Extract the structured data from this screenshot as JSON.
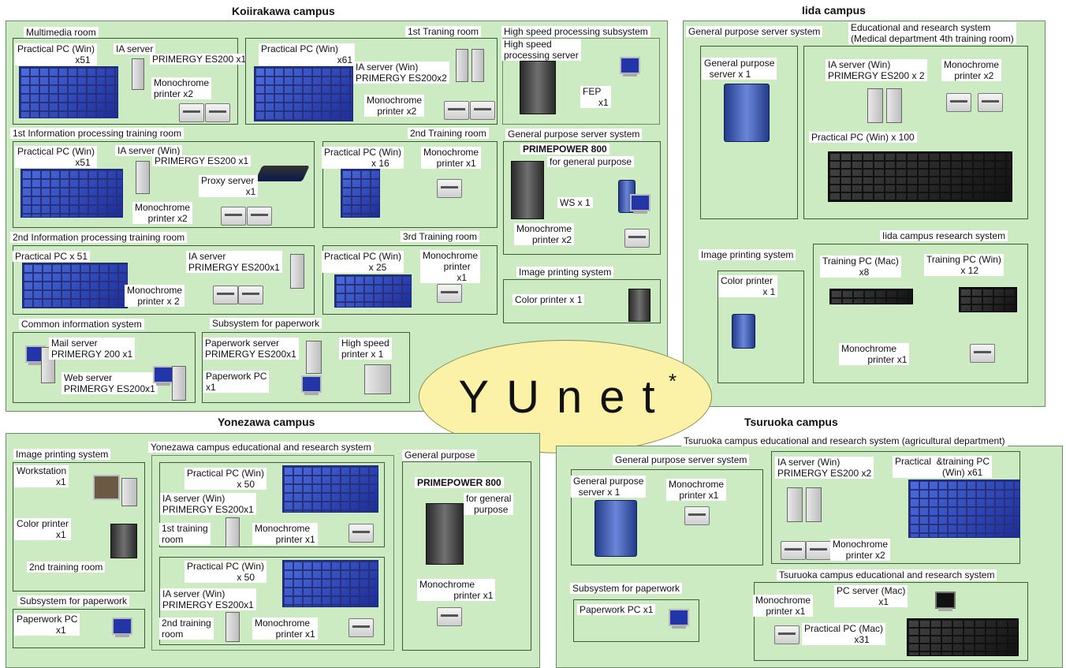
{
  "yunet": {
    "name": "YUnet",
    "mark": "*"
  },
  "koiirakawa": {
    "title": "Koiirakawa campus",
    "multimedia": {
      "title": "Multimedia room",
      "pc": "Practical PC (Win)\n                      x51",
      "ia": "IA server",
      "ia_model": "PRIMERGY ES200 x1",
      "printer": "Monochrome\nprinter x2"
    },
    "training1": {
      "title": "1st Traning room",
      "pc": "Practical PC (Win)\n                             x61",
      "ia": "IA server (Win)\nPRIMERGY ES200x2",
      "printer": "Monochrome\n    printer x2"
    },
    "hsp": {
      "title": "High speed processing subsystem",
      "server": "High speed\nprocessing server",
      "fep": "FEP\n      x1"
    },
    "info1": {
      "title": "1st Information processing training room",
      "pc": "Practical PC (Win)\n                      x51",
      "ia": "IA server (Win)",
      "ia_model": "PRIMERGY ES200 x1",
      "proxy": "Proxy server\n                 x1",
      "printer": "Monochrome\n     printer x2"
    },
    "training2": {
      "title": "2nd Training room",
      "pc": "Practical PC (Win)\n                  x 16",
      "printer": "Monochrome\n     printer x1"
    },
    "gps": {
      "title": "General purpose server system",
      "pp": "PRIMEPOWER 800",
      "pp_sub": "for general purpose",
      "ws": "WS x 1",
      "printer": "Monochrome\n      printer x2"
    },
    "info2": {
      "title": "2nd Information processing training room",
      "pc": "Practical PC x 51",
      "ia": "IA server\nPRIMERGY ES200x1",
      "printer": "Monochrome\n    printer x 2"
    },
    "training3": {
      "title": "3rd Training room",
      "pc": "Practical PC (Win)\n                 x 25",
      "printer": "Monochrome\n        printer\n             x1"
    },
    "imgprint": {
      "title": "Image printing system",
      "color": "Color printer x 1"
    },
    "common": {
      "title": "Common information system",
      "mail": "Mail server\nPRIMERGY 200 x1",
      "web": "Web server\nPRIMERGY ES200x1"
    },
    "paperwork": {
      "title": "Subsystem for paperwork",
      "server": "Paperwork server\nPRIMERGY ES200x1",
      "hsprinter": "High speed\nprinter x 1",
      "pc": "Paperwork PC\nx1"
    }
  },
  "iida": {
    "title": "Iida campus",
    "gps": {
      "title": "General purpose server system",
      "server": "General purpose\n  server x 1"
    },
    "edu": {
      "title": "Educational and research system\n(Medical department 4th training room)",
      "ia": "IA server (Win)\nPRIMERGY ES200 x 2",
      "printer": "Monochrome\n    printer x2",
      "pc": "Practical PC (Win) x 100"
    },
    "imgprint": {
      "title": "Image printing system",
      "color": "Color printer\n                x 1"
    },
    "research": {
      "title": "Iida campus research system",
      "mac": "Training PC (Mac)\n              x8",
      "win": "Training PC (Win)\n             x 12",
      "printer": "Monochrome\n          printer x1"
    }
  },
  "yonezawa": {
    "title": "Yonezawa campus",
    "imgprint": {
      "title": "Image printing system",
      "ws": "Workstation\n               x1",
      "color": "Color printer\n               x1",
      "room2": "2nd training room"
    },
    "paperwork": {
      "title": "Subsystem for paperwork",
      "pc": "Paperwork PC\n               x1"
    },
    "edu": {
      "title": "Yonezawa campus educational and research system",
      "r1": {
        "pc": "Practical PC (Win)\n                   x 50",
        "ia": "IA server (Win)\nPRIMERGY ES200x1",
        "room": "1st training\nroom",
        "printer": "Monochrome\n        printer x1"
      },
      "r2": {
        "pc": "Practical PC (Win)\n                   x 50",
        "ia": "IA server (Win)\nPRIMERGY ES200x1",
        "room": "2nd training\nroom",
        "printer": "Monochrome\n        printer x1"
      }
    },
    "gps": {
      "title": "General purpose\nserver system",
      "pp": "PRIMEPOWER 800",
      "pp_sub": "for general\n   purpose",
      "printer": "Monochrome\n             printer x1"
    }
  },
  "tsuruoka": {
    "title": "Tsuruoka campus",
    "edu_agri": {
      "title": "Tsuruoka campus educational and research system (agricultural department)",
      "ia": "IA server (Win)\nPRIMERGY ES200 x2",
      "pc": "Practical  &training PC\n                  (Win) x61",
      "printer": "Monochrome\n     printer x2"
    },
    "gps": {
      "title": "General purpose server system",
      "server": "General purpose\n  server x 1",
      "printer": "Monochrome\n    printer x1"
    },
    "paperwork": {
      "title": "Subsystem for paperwork",
      "pc": "Paperwork PC x1"
    },
    "edu": {
      "title": "Tsuruoka campus educational and research system",
      "mac_server": "PC server (Mac)\n                x1",
      "printer": "Monochrome\n    printer x1",
      "mac_pc": "Practical PC (Mac)\n                   x31"
    }
  }
}
